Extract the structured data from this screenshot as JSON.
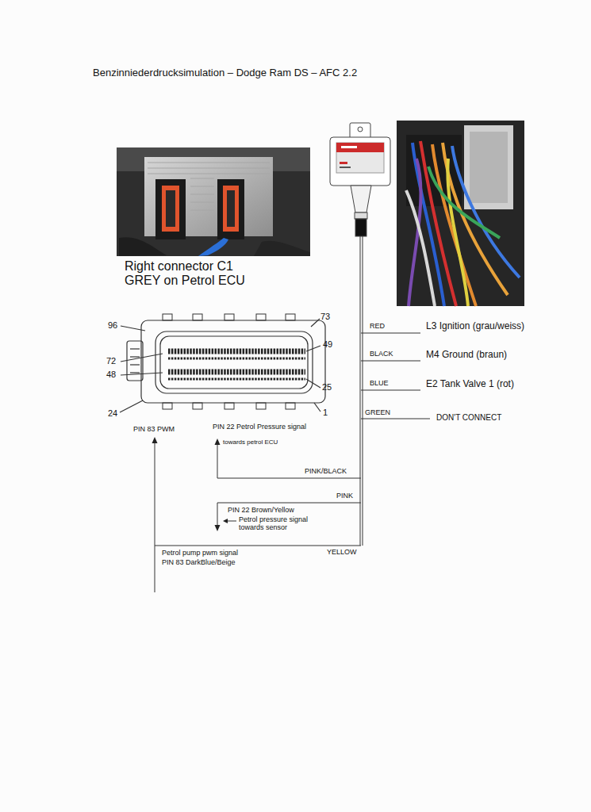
{
  "diagram": {
    "title": "Benzinniederdrucksimulation – Dodge Ram DS – AFC 2.2",
    "labels": [
      "Right connector C1 GREY on Petrol ECU",
      "96",
      "73",
      "72",
      "49",
      "48",
      "25",
      "24",
      "1",
      "RED",
      "L3 Ignition (grau/weiss)",
      "BLACK",
      "M4 Ground (braun)",
      "BLUE",
      "E2 Tank Valve 1 (rot)",
      "GREEN",
      "DON'T CONNECT",
      "PIN 83 PWM",
      "PIN 22 Petrol Pressure signal",
      "towards petrol ECU",
      "PINK/BLACK",
      "PINK",
      "PIN 22 Brown/Yellow",
      "Petrol pressure signal towards sensor",
      "Petrol pump pwm signal",
      "PIN 83 DarkBlue/Beige",
      "YELLOW"
    ]
  }
}
